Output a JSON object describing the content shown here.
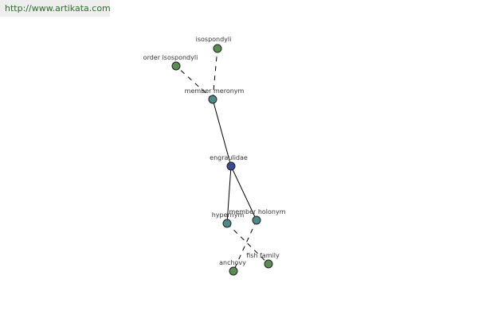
{
  "header": {
    "url": "http://www.artikata.com"
  },
  "colors": {
    "edge": "#000000",
    "node_outline": "#222222",
    "term_node": "#5b8c54",
    "relation_node": "#4f8a87",
    "center_node": "#3c4a8f"
  },
  "graph": {
    "nodes": [
      {
        "id": "isospondyli",
        "label": "isospondyli",
        "kind": "term"
      },
      {
        "id": "order-isospondyli",
        "label": "order isospondyli",
        "kind": "term"
      },
      {
        "id": "member-meronym",
        "label": "member meronym",
        "kind": "relation"
      },
      {
        "id": "engraulidae",
        "label": "engraulidae",
        "kind": "center"
      },
      {
        "id": "hypernym",
        "label": "hypernym",
        "kind": "relation"
      },
      {
        "id": "member-holonym",
        "label": "member holonym",
        "kind": "relation"
      },
      {
        "id": "fish-family",
        "label": "fish family",
        "kind": "term"
      },
      {
        "id": "anchovy",
        "label": "anchovy",
        "kind": "term"
      }
    ],
    "edges": [
      {
        "from": "engraulidae",
        "to": "member-meronym",
        "style": "solid"
      },
      {
        "from": "engraulidae",
        "to": "hypernym",
        "style": "solid"
      },
      {
        "from": "engraulidae",
        "to": "member-holonym",
        "style": "solid"
      },
      {
        "from": "member-meronym",
        "to": "isospondyli",
        "style": "dashed"
      },
      {
        "from": "member-meronym",
        "to": "order-isospondyli",
        "style": "dashed"
      },
      {
        "from": "hypernym",
        "to": "fish-family",
        "style": "dashed"
      },
      {
        "from": "member-holonym",
        "to": "anchovy",
        "style": "dashed"
      }
    ]
  }
}
